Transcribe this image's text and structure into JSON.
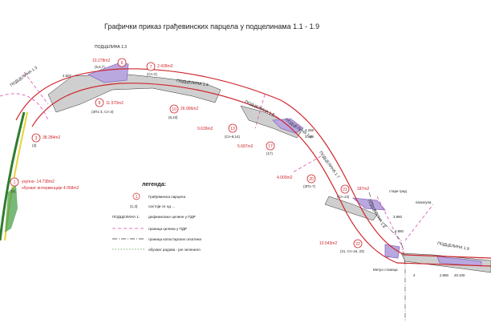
{
  "title": "Графички приказ грађевинских парцела у подцелинама 1.1 - 1.9",
  "zones": [
    "ПОДЦЕЛИНА 1.3",
    "ПОДЦЕЛИНА 1.4",
    "ПОДЦЕЛИНА 1.5",
    "ПОДЦЕЛИНА 1.6",
    "ПОДЦЕЛИНА 1.7",
    "ПОДЦЕЛИНА 1.8",
    "ПОДЦЕЛИНА 1.9",
    "ПОДЦЕЛИНА 1.3"
  ],
  "parcels": [
    {
      "num": "6",
      "area": "10.278m2",
      "ref": "(5,6,7)"
    },
    {
      "num": "7",
      "area": "2.428m2",
      "ref": "(СА-2)"
    },
    {
      "num": "8",
      "area": "11.570m2",
      "ref": "(ЗП1-3, СА-3)"
    },
    {
      "num": "10",
      "area": "26.906m2",
      "ref": "(8,10)"
    },
    {
      "num": "13",
      "area": "9.639m2",
      "ref": "(СА-8,14)"
    },
    {
      "num": "17",
      "area": "5.687m2",
      "ref": "(17)"
    },
    {
      "num": "20",
      "area": "4.000m2",
      "ref": "(ЗП1-7)"
    },
    {
      "num": "21",
      "area": "187m2",
      "ref": "(СА-14)"
    },
    {
      "num": "22",
      "area": "10.543m2",
      "ref": "(21, СА-16, 23)"
    },
    {
      "num": "3",
      "area": "38.284m2",
      "ref": "(3)"
    },
    {
      "num": "1",
      "area": "укупно- 14.738m2",
      "area2": "обухват интервенције 4.058m2",
      "ref": "(1)"
    }
  ],
  "small_labels": [
    "4.507",
    "4.266",
    "3.468",
    "2.880",
    "3.960",
    "4.860",
    "20.100",
    "+",
    "4"
  ],
  "place_labels": [
    "стари град",
    "палилула",
    "Метро станица"
  ],
  "legend": {
    "title": "легенда:",
    "items": [
      {
        "symbol": "1",
        "label": "Грађевинска парцела"
      },
      {
        "symbol": "(1,3)",
        "label": "састоји се од ..."
      },
      {
        "symbol": "ПОДЦЕЛИНА 1.",
        "label": "дефинисање целине у ПДР"
      },
      {
        "symbol": "",
        "label": "граница целина у ПДР"
      },
      {
        "symbol": "",
        "label": "граница катастарских општина"
      },
      {
        "symbol": "",
        "label": "обухват радова - јаn зеленило"
      }
    ]
  },
  "colors": {
    "parcel": "#d0262c",
    "fill": "#cfcfcf",
    "purple": "#8a6fc0",
    "green": "#2e7d2e",
    "yellow": "#e8d33a",
    "magenta": "#d94fb0"
  }
}
